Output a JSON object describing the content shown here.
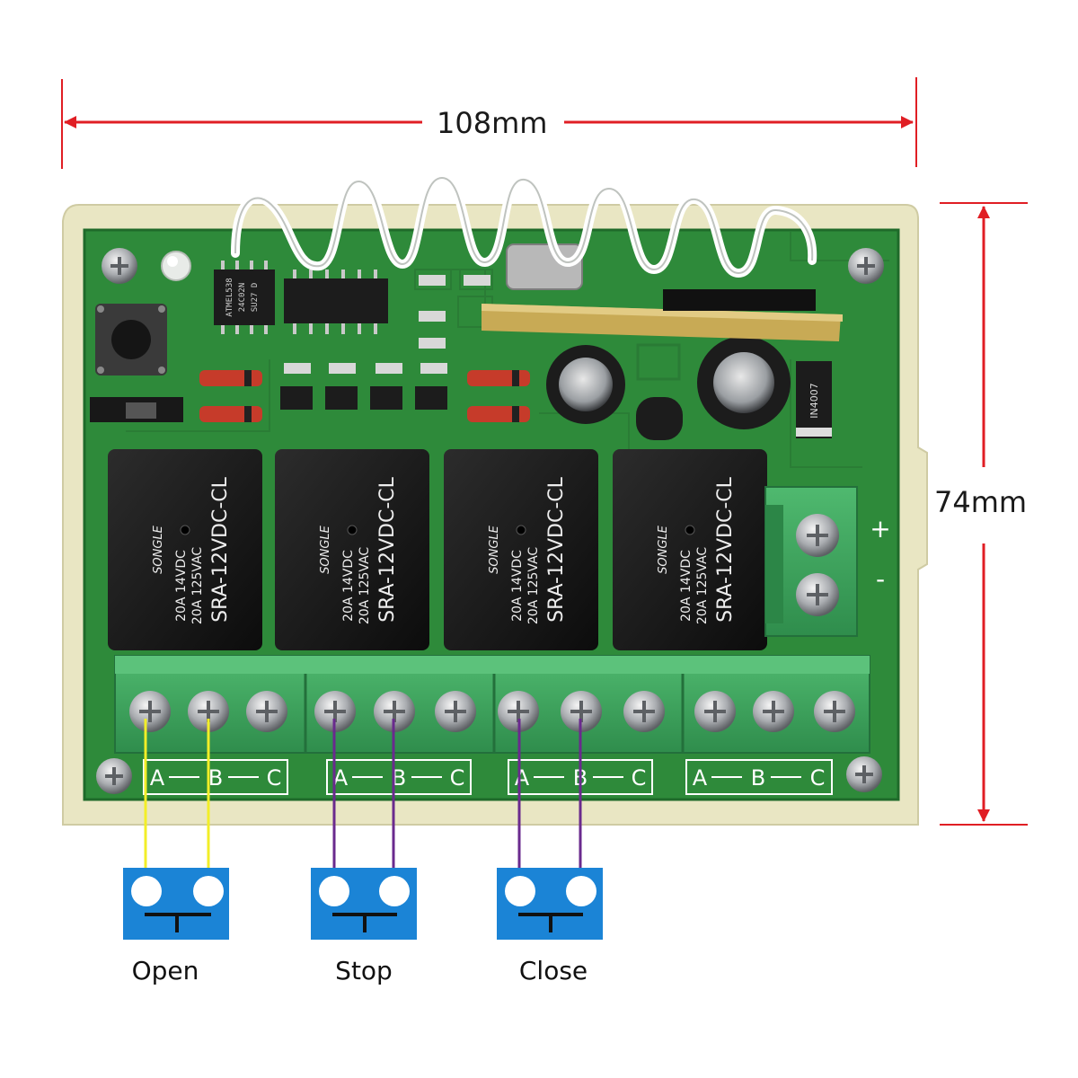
{
  "dimensions": {
    "width": "108mm",
    "height": "74mm"
  },
  "colors": {
    "arrow": "#e01e24",
    "pcb": "#2e8a3a",
    "housing": "#eae7c2",
    "terminal": "#3aa05a",
    "button_block": "#1b84d6",
    "wire_open": "#f2ee28",
    "wire_other": "#6a2a8e"
  },
  "board": {
    "relay_text": {
      "model": "SRA-12VDC-CL",
      "brand": "SONGLE",
      "rating1": "20A 14VDC",
      "rating2": "20A 125VAC"
    },
    "chips": {
      "u1": "ATMEL538",
      "u1b": "24C02N",
      "u1c": "SU27 D"
    },
    "relay_groups": [
      {
        "a": "A",
        "b": "B",
        "c": "C"
      },
      {
        "a": "A",
        "b": "B",
        "c": "C"
      },
      {
        "a": "A",
        "b": "B",
        "c": "C"
      },
      {
        "a": "A",
        "b": "B",
        "c": "C"
      }
    ],
    "power": {
      "plus": "+",
      "minus": "-"
    },
    "diode": "IN4007"
  },
  "switches": [
    {
      "label": "Open"
    },
    {
      "label": "Stop"
    },
    {
      "label": "Close"
    }
  ]
}
